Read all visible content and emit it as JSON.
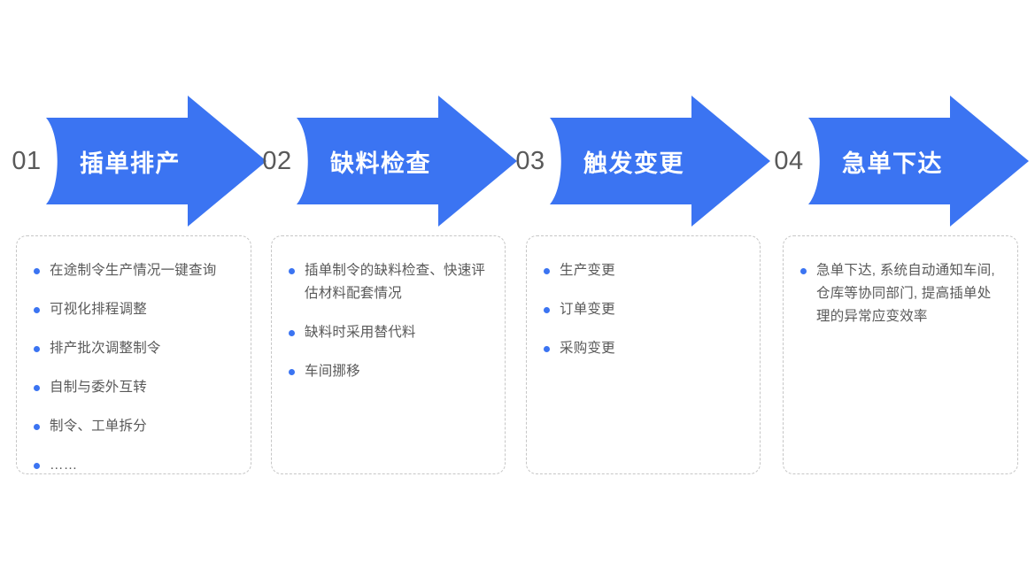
{
  "diagram": {
    "type": "process-flow",
    "title": "",
    "accent_color": "#3B74F2",
    "number_color": "#595959",
    "text_color": "#595959",
    "card_border_color": "#c6c6c6",
    "steps": [
      {
        "number": "01",
        "label": "插单排产",
        "bullets": [
          "在途制令生产情况一键查询",
          "可视化排程调整",
          "排产批次调整制令",
          "自制与委外互转",
          "制令、工单拆分",
          "……"
        ]
      },
      {
        "number": "02",
        "label": "缺料检查",
        "bullets": [
          "插单制令的缺料检查、快速评估材料配套情况",
          "缺料时采用替代料",
          "车间挪移"
        ]
      },
      {
        "number": "03",
        "label": "触发变更",
        "bullets": [
          "生产变更",
          "订单变更",
          "采购变更"
        ]
      },
      {
        "number": "04",
        "label": "急单下达",
        "bullets": [
          "急单下达, 系统自动通知车间, 仓库等协同部门, 提高插单处理的异常应变效率"
        ]
      }
    ]
  }
}
